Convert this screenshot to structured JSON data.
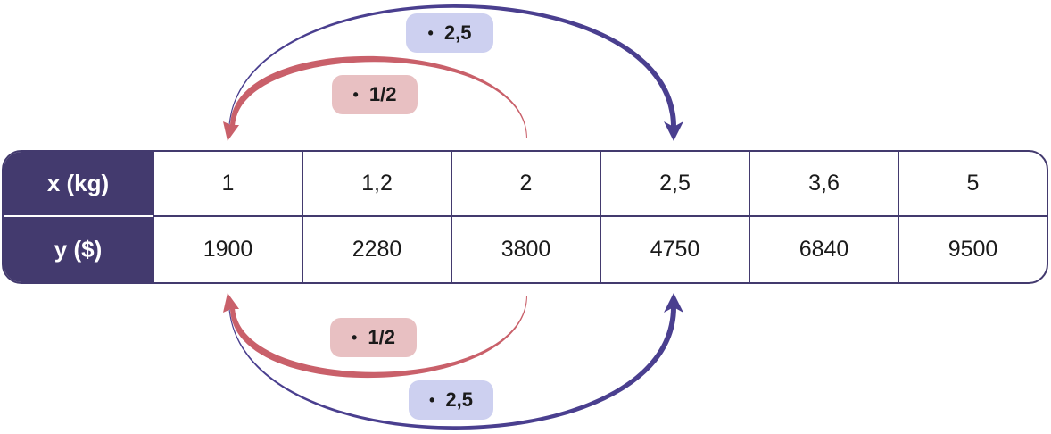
{
  "table": {
    "row_headers": [
      "x (kg)",
      "y ($)"
    ],
    "x_values": [
      "1",
      "1,2",
      "2",
      "2,5",
      "3,6",
      "5"
    ],
    "y_values": [
      "1900",
      "2280",
      "3800",
      "4750",
      "6840",
      "9500"
    ]
  },
  "annotations": {
    "top_blue": {
      "bullet": "•",
      "label": "2,5"
    },
    "top_red": {
      "bullet": "•",
      "label": "1/2"
    },
    "bottom_red": {
      "bullet": "•",
      "label": "1/2"
    },
    "bottom_blue": {
      "bullet": "•",
      "label": "2,5"
    }
  },
  "colors": {
    "header": "#433a6e",
    "blue_arrow": "#4a3f8f",
    "red_arrow": "#c9606a",
    "blue_badge": "#cdd0f0",
    "red_badge": "#e8c0c2"
  }
}
